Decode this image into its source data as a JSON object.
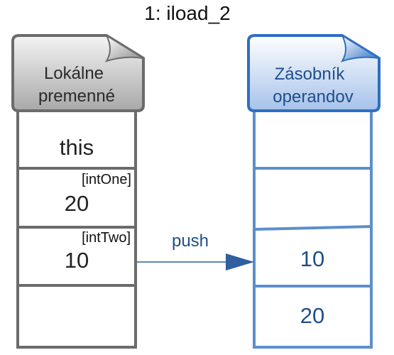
{
  "title": "1: iload_2",
  "colors": {
    "left_stroke": "#6b6b6b",
    "left_header_top": "#f2f2f2",
    "left_header_bottom": "#a9a9a9",
    "right_stroke": "#4f86c6",
    "right_header_stroke": "#2f6fc4",
    "right_header_top": "#ffffff",
    "right_header_bottom": "#a9c4ea",
    "right_text": "#1f4e8c",
    "arrow": "#2f5f9e"
  },
  "local_vars": {
    "header_line1": "Lokálne",
    "header_line2": "premenné",
    "slots": [
      {
        "tag": "",
        "value": "this"
      },
      {
        "tag": "[intOne]",
        "value": "20"
      },
      {
        "tag": "[intTwo]",
        "value": "10"
      },
      {
        "tag": "",
        "value": ""
      }
    ]
  },
  "operand_stack": {
    "header_line1": "Zásobník",
    "header_line2": "operandov",
    "slots": [
      {
        "value": ""
      },
      {
        "value": ""
      },
      {
        "value": "10"
      },
      {
        "value": "20"
      }
    ]
  },
  "arrow_label": "push"
}
